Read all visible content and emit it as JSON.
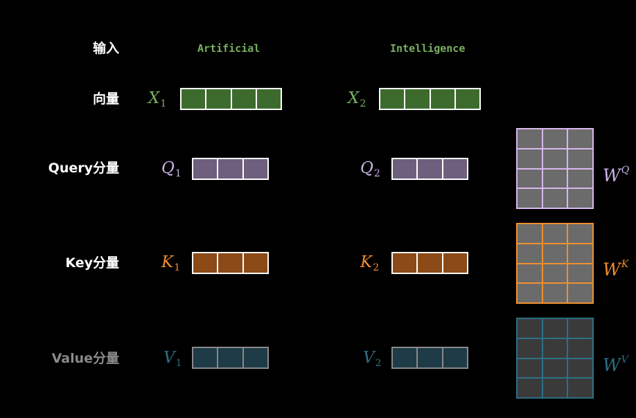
{
  "rows": {
    "input": "输入",
    "vector": "向量",
    "query": "Query分量",
    "key": "Key分量",
    "value": "Value分量"
  },
  "words": [
    "Artificial",
    "Intelligence"
  ],
  "symbols": {
    "x1": {
      "base": "X",
      "sub": "1"
    },
    "x2": {
      "base": "X",
      "sub": "2"
    },
    "q1": {
      "base": "Q",
      "sub": "1"
    },
    "q2": {
      "base": "Q",
      "sub": "2"
    },
    "k1": {
      "base": "K",
      "sub": "1"
    },
    "k2": {
      "base": "K",
      "sub": "2"
    },
    "v1": {
      "base": "V",
      "sub": "1"
    },
    "v2": {
      "base": "V",
      "sub": "2"
    }
  },
  "weights": {
    "wq": {
      "base": "W",
      "sup": "Q"
    },
    "wk": {
      "base": "W",
      "sup": "K"
    },
    "wv": {
      "base": "W",
      "sup": "V"
    }
  },
  "colors": {
    "background": "#000000",
    "embedding_fill": "#3d6b2d",
    "embedding_text": "#78b061",
    "query_fill": "#6e5f7e",
    "query_text": "#c9b3e6",
    "key_fill": "#8b4a17",
    "key_text": "#f08a30",
    "value_fill": "#1e3b47",
    "value_text": "#2f6f85",
    "matrix_fill": "#6b6b6b",
    "wq_border": "#d8b8ec",
    "wk_border": "#f0902e",
    "wv_border": "#2d7187"
  }
}
